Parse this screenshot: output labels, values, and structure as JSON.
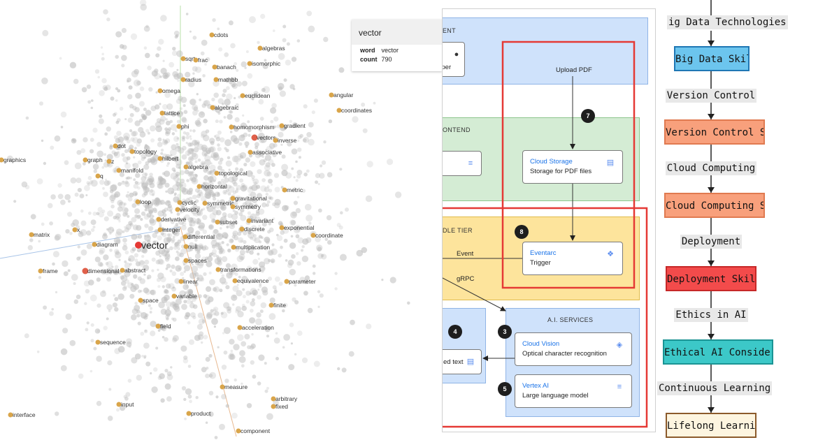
{
  "embedding": {
    "tooltip": {
      "title": "vector",
      "word_key": "word",
      "word_value": "vector",
      "count_key": "count",
      "count_value": "790"
    },
    "highlight": "vector",
    "words": [
      "cdots",
      "algebras",
      "sqrt",
      "frac",
      "banach",
      "isomorphic",
      "radius",
      "mathbb",
      "omega",
      "euclidean",
      "angular",
      "lattice",
      "algebraic",
      "coordinates",
      "phi",
      "homomorphism",
      "gradient",
      "vectors",
      "inverse",
      "dot",
      "topology",
      "associative",
      "graphics",
      "graph",
      "z",
      "hilbert",
      "algebra",
      "manifold",
      "q",
      "topological",
      "horizontal",
      "metric",
      "gravitational",
      "loop",
      "cyclic",
      "symmetric",
      "symmetry",
      "velocity",
      "derivative",
      "invariant",
      "subset",
      "x",
      "integer",
      "discrete",
      "exponential",
      "matrix",
      "differential",
      "coordinate",
      "diagram",
      "null",
      "multiplication",
      "spaces",
      "frame",
      "dimensional",
      "abstract",
      "transformations",
      "linear",
      "equivalence",
      "parameter",
      "space",
      "variable",
      "finite",
      "field",
      "acceleration",
      "sequence",
      "measure",
      "arbitrary",
      "input",
      "fixed",
      "interface",
      "product",
      "component"
    ]
  },
  "architecture": {
    "zone_top_label": "ENT",
    "developer_text": "loper",
    "frontend_label": "ONTEND",
    "middle_label": "DLE TIER",
    "ai_label": "A.I. SERVICES",
    "upload_pdf": "Upload PDF",
    "event_text": "Event",
    "grpc_text": "gRPC",
    "cloud_storage": {
      "title": "Cloud Storage",
      "subtitle": "Storage for PDF files"
    },
    "eventarc": {
      "title": "Eventarc",
      "subtitle": "Trigger"
    },
    "cloud_vision": {
      "title": "Cloud Vision",
      "subtitle": "Optical character recognition"
    },
    "vertex_ai": {
      "title": "Vertex AI",
      "subtitle": "Large language model"
    },
    "extracted_text": "ed text",
    "badges": [
      "7",
      "8",
      "4",
      "3",
      "5"
    ],
    "colors": {
      "client": "#cfe2fb",
      "frontend": "#d4ecd4",
      "middle": "#fde49c",
      "ai": "#cfe2fb",
      "highlight": "#e53935"
    }
  },
  "flowchart": {
    "top_label": "ig Data Technologies",
    "steps": [
      {
        "box": "Big Data Skills",
        "label": "Version Control"
      },
      {
        "box": "Version Control Skills",
        "label": "Cloud Computing"
      },
      {
        "box": "Cloud Computing Skills",
        "label": "Deployment"
      },
      {
        "box": "Deployment Skills",
        "label": "Ethics in AI"
      },
      {
        "box": "Ethical AI Considerations",
        "label": "Continuous Learning"
      },
      {
        "box": "Lifelong Learning",
        "label": ""
      }
    ],
    "colors": {
      "skyblue": "#6cc5ee",
      "salmon": "#f8a07c",
      "red": "#f34b4b",
      "teal": "#3cc8c8",
      "cream": "#fdf5e0"
    }
  }
}
